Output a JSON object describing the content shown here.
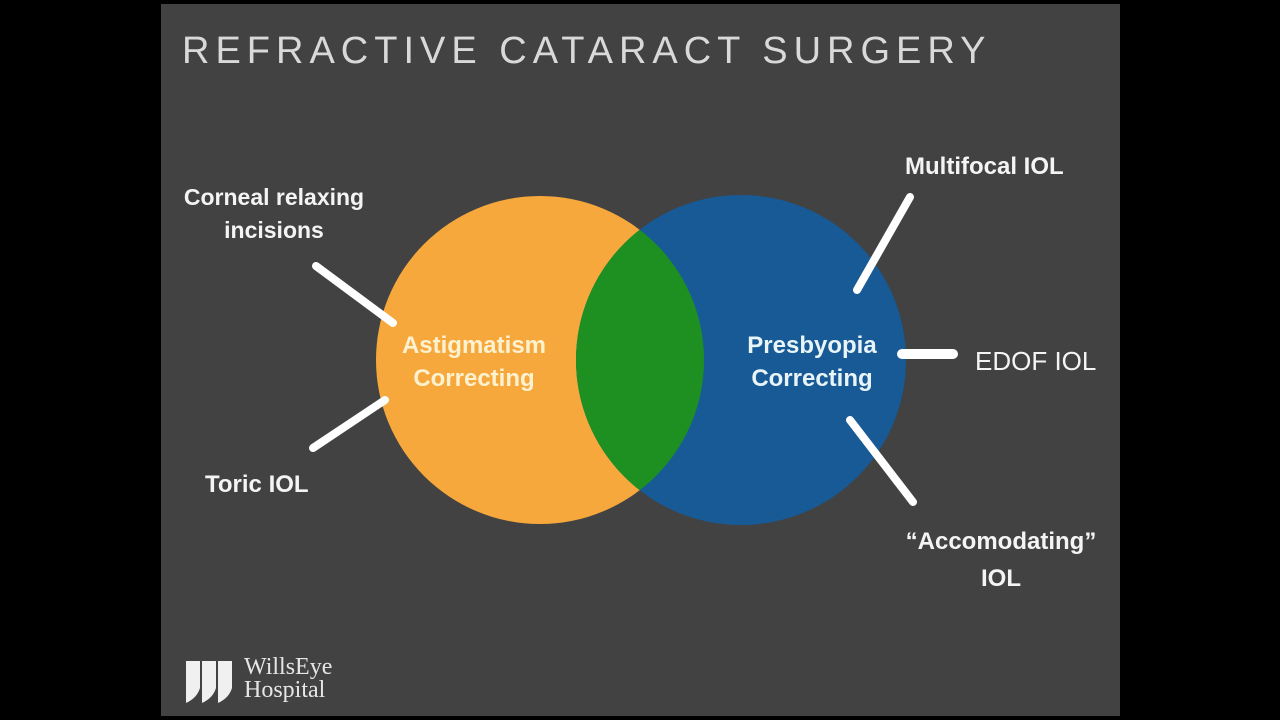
{
  "slide": {
    "title": "REFRACTIVE CATARACT SURGERY",
    "background_color": "#424242",
    "frame_color": "#000000",
    "line_color": "#FFFFFF"
  },
  "venn": {
    "left_circle": {
      "label_line1": "Astigmatism",
      "label_line2": "Correcting",
      "color": "#F6A83D",
      "text_color": "#FDF2CF"
    },
    "right_circle": {
      "label_line1": "Presbyopia",
      "label_line2": "Correcting",
      "color": "#175A96",
      "text_color": "#E8F4F8"
    },
    "overlap_color": "#1E9022"
  },
  "callouts": {
    "corneal": {
      "line1": "Corneal relaxing",
      "line2": "incisions"
    },
    "toric": {
      "label": "Toric IOL"
    },
    "multifocal": {
      "label": "Multifocal IOL"
    },
    "edof": {
      "label": "EDOF IOL"
    },
    "accommodating": {
      "line1": "“Accomodating”",
      "line2": "IOL"
    }
  },
  "footer": {
    "logo_line1": "WillsEye",
    "logo_line2": "Hospital"
  }
}
